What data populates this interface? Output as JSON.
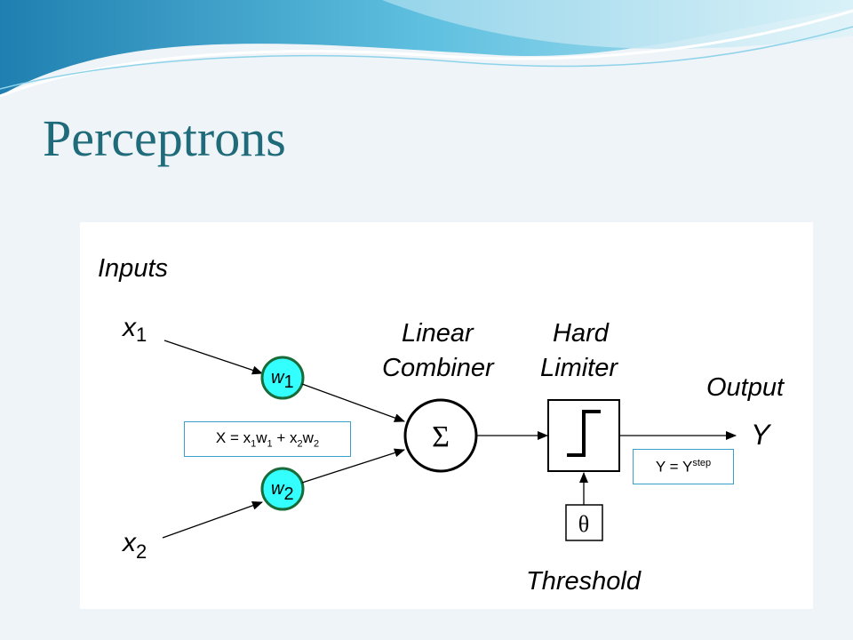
{
  "slide": {
    "title": "Perceptrons"
  },
  "diagram": {
    "inputs_label": "Inputs",
    "input_1": {
      "var": "x",
      "index": "1"
    },
    "input_2": {
      "var": "x",
      "index": "2"
    },
    "weight_1": {
      "var": "w",
      "index": "1"
    },
    "weight_2": {
      "var": "w",
      "index": "2"
    },
    "combiner_label_line1": "Linear",
    "combiner_label_line2": "Combiner",
    "combiner_symbol": "Σ",
    "limiter_label_line1": "Hard",
    "limiter_label_line2": "Limiter",
    "output_label": "Output",
    "output_symbol": "Y",
    "threshold_symbol": "θ",
    "threshold_label": "Threshold",
    "sum_formula": {
      "lhs": "X = x",
      "s1": "1",
      "w1": "w",
      "s2": "1",
      "plus": " + x",
      "s3": "2",
      "w2": "w",
      "s4": "2"
    },
    "output_formula": {
      "lhs": "Y = Y",
      "sup": "step"
    }
  },
  "colors": {
    "title": "#1f6b7a",
    "weight_fill": "#33ffff",
    "weight_stroke": "#1a6b3a",
    "formula_border": "#3aa0c8"
  }
}
